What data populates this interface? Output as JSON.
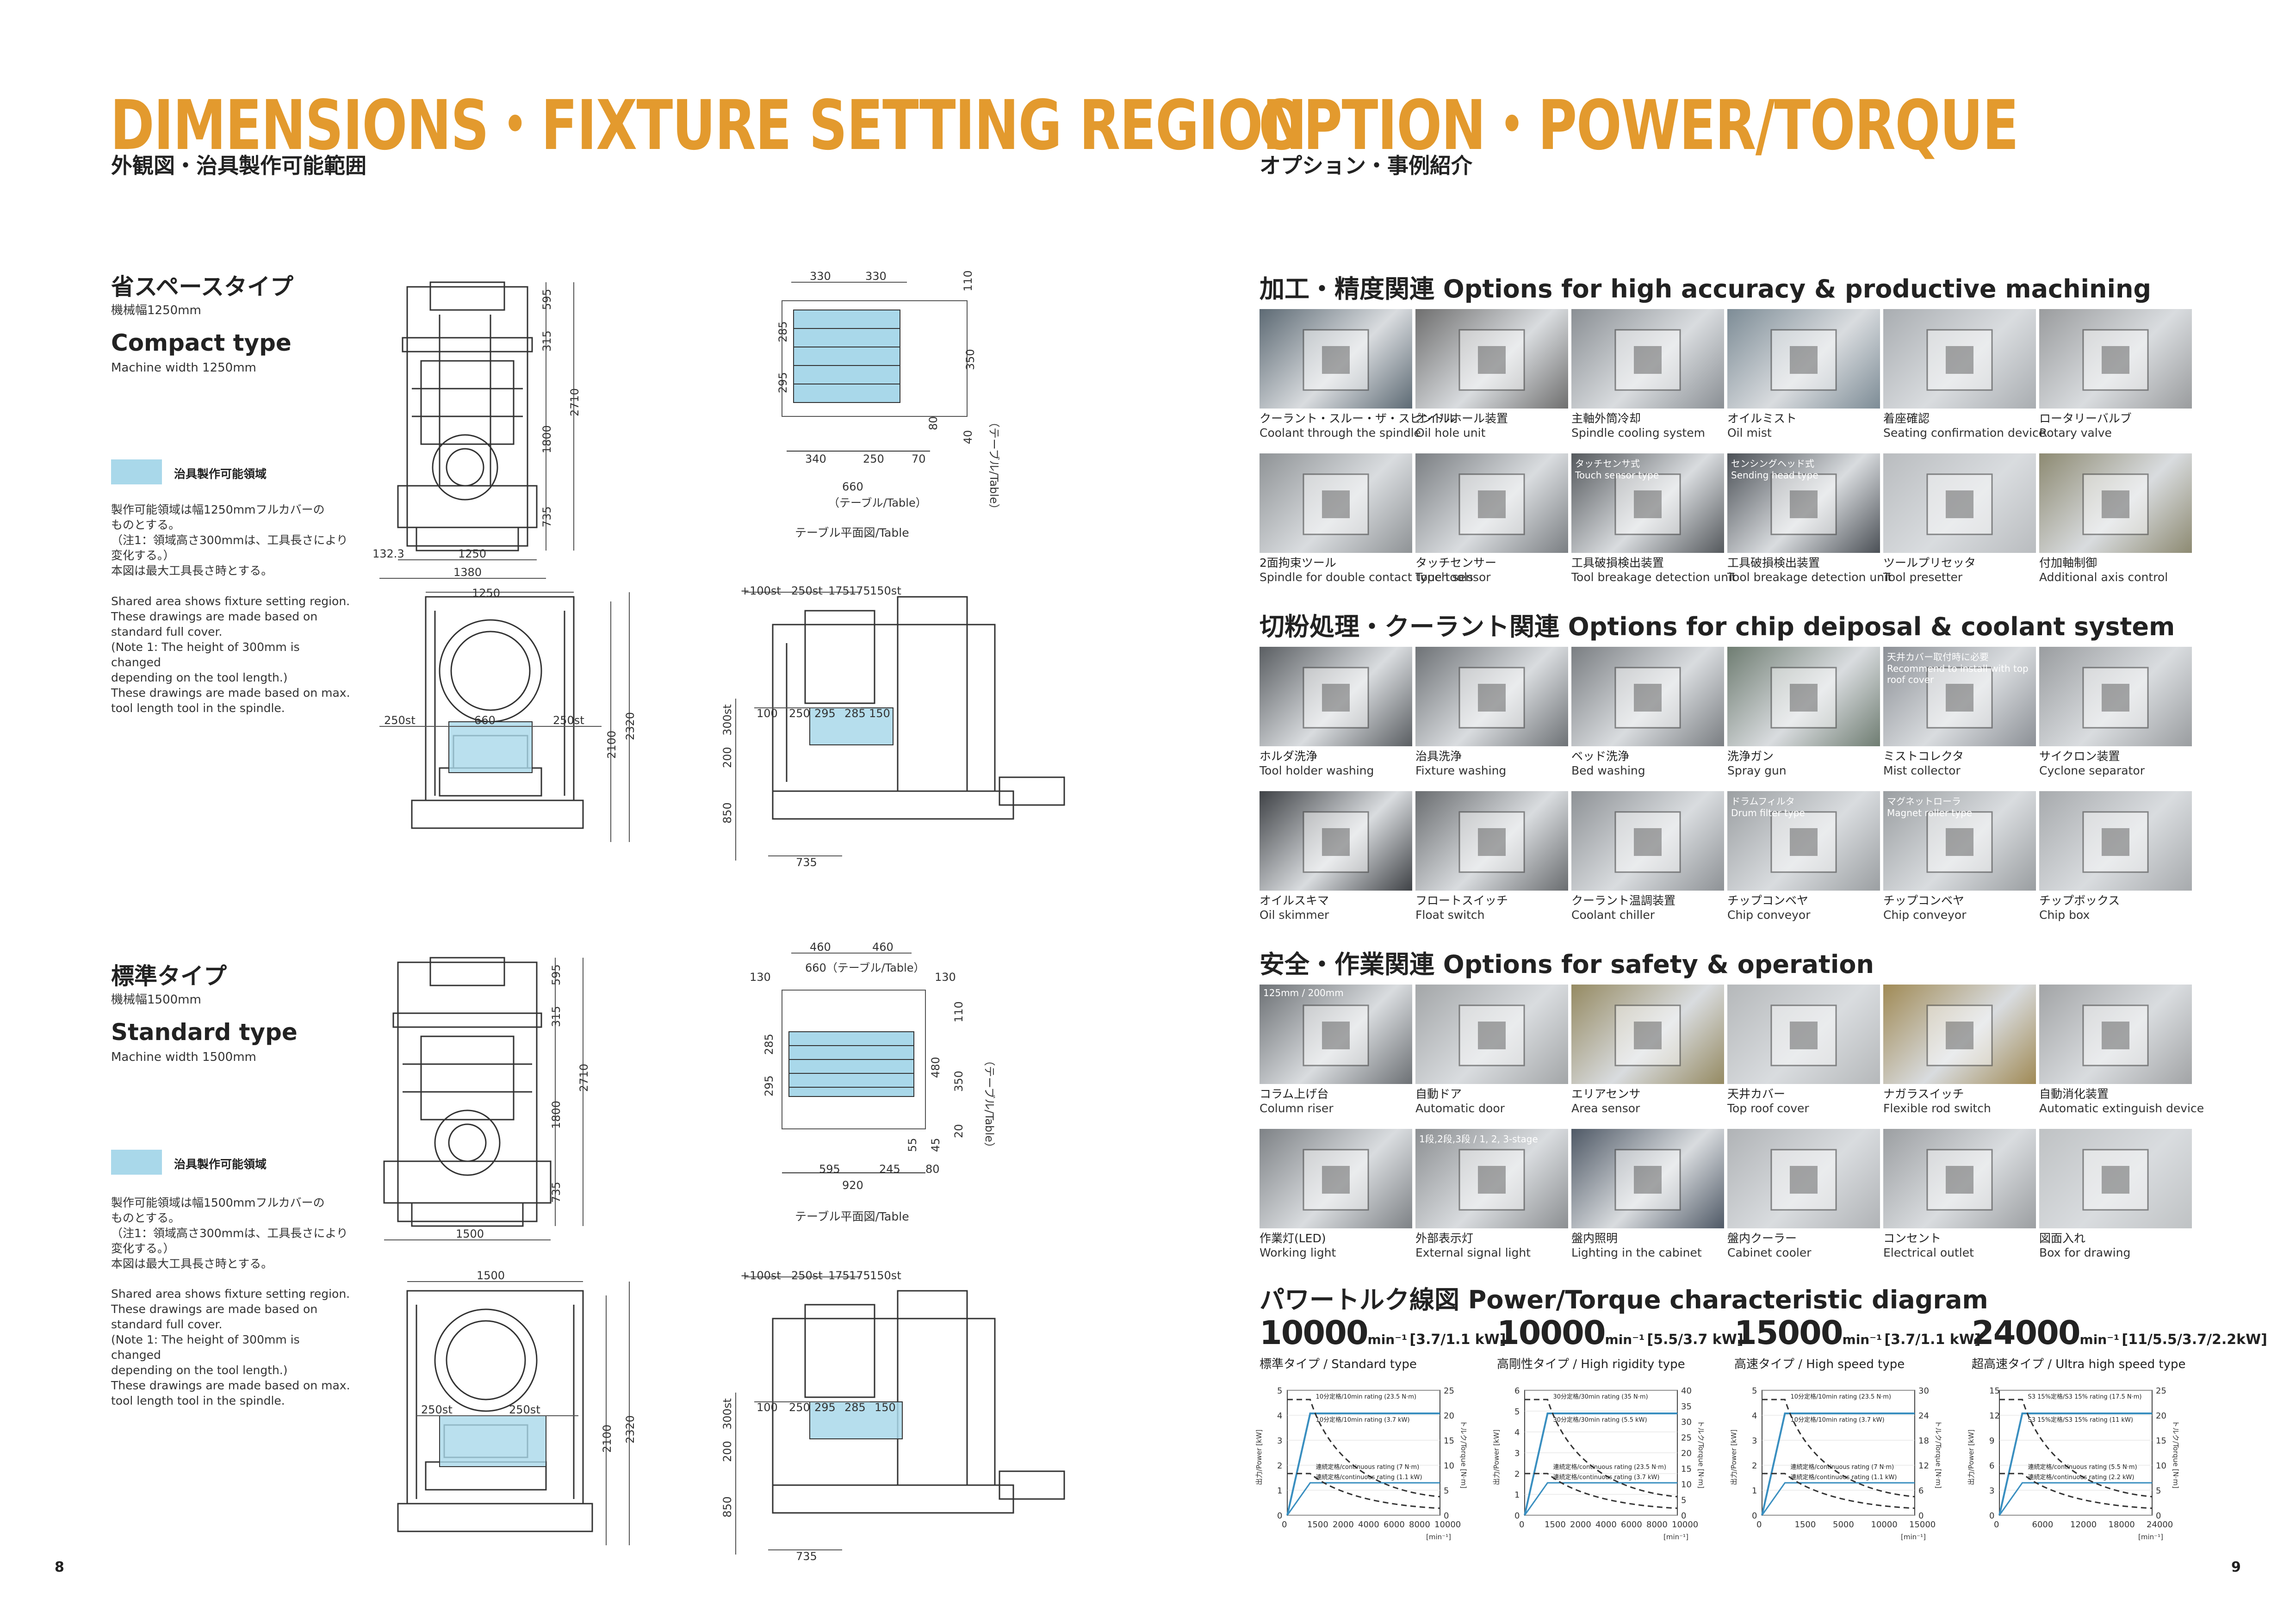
{
  "left": {
    "title": "DIMENSIONS・FIXTURE SETTING REGION",
    "subtitle": "外観図・治具製作可能範囲",
    "compact": {
      "jp": "省スペースタイプ",
      "jp_small": "機械幅1250mm",
      "en": "Compact type",
      "en_small": "Machine width 1250mm",
      "swatch_label": "治具製作可能領域",
      "note_jp": "製作可能領域は幅1250mmフルカバーの\nものとする。\n（注1：領域高さ300mmは、工具長さにより\n変化する。）\n本図は最大工具長さ時とする。",
      "note_en": "Shared area shows fixture setting region.\nThese drawings are made based on\nstandard full cover.\n(Note 1: The height of 300mm is changed\ndepending on the tool length.)\nThese drawings are made based on max.\ntool length tool in the spindle.",
      "table_caption": "テーブル平面図/Table",
      "table_side": "（テーブル/Table）",
      "table_under": "（テーブル/Table）",
      "front_dims": {
        "d1": "595",
        "d2": "315",
        "d3": "1800",
        "d4": "2710",
        "d5": "735",
        "d6": "132.3",
        "d7": "1250",
        "d8": "1380"
      },
      "table_dims": {
        "t1": "330",
        "t2": "330",
        "t3": "110",
        "t4": "285",
        "t5": "295",
        "t6": "350",
        "t7": "80",
        "t8": "40",
        "t9": "340",
        "t10": "250",
        "t11": "70",
        "t12": "660"
      },
      "bottom_dims": {
        "b1": "1250",
        "b2": "250st",
        "b3": "660",
        "b4": "250st",
        "b5": "2100",
        "b6": "2320"
      },
      "side_dims": {
        "s1": "+100st",
        "s2": "250st",
        "s3": "175",
        "s4": "175",
        "s5": "150st",
        "s6": "300st",
        "s7": "200",
        "s8": "100",
        "s9": "250",
        "s10": "295",
        "s11": "285",
        "s12": "150",
        "s13": "850",
        "s14": "735"
      }
    },
    "standard": {
      "jp": "標準タイプ",
      "jp_small": "機械幅1500mm",
      "en": "Standard type",
      "en_small": "Machine width 1500mm",
      "swatch_label": "治具製作可能領域",
      "note_jp": "製作可能領域は幅1500mmフルカバーの\nものとする。\n（注1：領域高さ300mmは、工具長さにより\n変化する。）\n本図は最大工具長さ時とする。",
      "note_en": "Shared area shows fixture setting region.\nThese drawings are made based on\nstandard full cover.\n(Note 1: The height of 300mm is changed\ndepending on the tool length.)\nThese drawings are made based on max.\ntool length tool in the spindle.",
      "table_caption": "テーブル平面図/Table",
      "table_side": "（テーブル/Table）",
      "front_dims": {
        "d1": "595",
        "d2": "315",
        "d3": "1800",
        "d4": "2710",
        "d5": "735",
        "d7": "1500"
      },
      "table_dims": {
        "t1": "460",
        "t2": "460",
        "t3": "130",
        "t3b": "660（テーブル/Table）",
        "t4": "130",
        "t5": "110",
        "t6": "285",
        "t7": "295",
        "t8": "480",
        "t9": "350",
        "t10": "55",
        "t11": "45",
        "t12": "20",
        "t13": "595",
        "t14": "245",
        "t15": "80",
        "t16": "920"
      },
      "bottom_dims": {
        "b1": "1500",
        "b2": "250st",
        "b3": "250st",
        "b5": "2100",
        "b6": "2320"
      },
      "side_dims": {
        "s1": "+100st",
        "s2": "250st",
        "s3": "175",
        "s4": "175",
        "s5": "150st",
        "s6": "300st",
        "s7": "200",
        "s8": "100",
        "s9": "250",
        "s10": "295",
        "s11": "285",
        "s12": "150",
        "s13": "850",
        "s14": "735"
      }
    },
    "page_number": "8"
  },
  "right": {
    "title": "OPTION・POWER/TORQUE",
    "subtitle": "オプション・事例紹介",
    "sections": [
      {
        "heading": "加工・精度関連 Options for high accuracy & productive machining",
        "rows": [
          [
            {
              "jp": "クーラント・スルー・ザ・スピンドル",
              "en": "Coolant through the spindle",
              "tone": "#5d6a74"
            },
            {
              "jp": "オイルホール装置",
              "en": "Oil hole unit",
              "tone": "#6f6f6f"
            },
            {
              "jp": "主軸外筒冷却",
              "en": "Spindle cooling system",
              "tone": "#8a8f94"
            },
            {
              "jp": "オイルミスト",
              "en": "Oil mist",
              "tone": "#7d8c96"
            },
            {
              "jp": "着座確認",
              "en": "Seating confirmation device",
              "tone": "#a9adb1"
            },
            {
              "jp": "ロータリーバルブ",
              "en": "Rotary valve",
              "tone": "#9a9c9e"
            }
          ],
          [
            {
              "jp": "2面拘束ツール",
              "en": "Spindle for double contact type tools",
              "tone": "#8f9396"
            },
            {
              "jp": "タッチセンサー",
              "en": "Touch sensor",
              "tone": "#7b7f83"
            },
            {
              "jp": "工具破損検出装置",
              "en": "Tool breakage detection unit",
              "tone": "#55595d",
              "overlay": "タッチセンサ式\nTouch sensor type"
            },
            {
              "jp": "工具破損検出装置",
              "en": "Tool breakage detection unit",
              "tone": "#4b5056",
              "overlay": "センシングヘッド式\nSending head type"
            },
            {
              "jp": "ツールプリセッタ",
              "en": "Tool presetter",
              "tone": "#b9bcbf"
            },
            {
              "jp": "付加軸制御",
              "en": "Additional axis control",
              "tone": "#8d8a72"
            }
          ]
        ]
      },
      {
        "heading": "切粉処理・クーラント関連 Options for chip deiposal & coolant system",
        "rows": [
          [
            {
              "jp": "ホルダ洗浄",
              "en": "Tool holder washing",
              "tone": "#5a5e62"
            },
            {
              "jp": "治具洗浄",
              "en": "Fixture washing",
              "tone": "#6e7276"
            },
            {
              "jp": "ベッド洗浄",
              "en": "Bed washing",
              "tone": "#7a7e82"
            },
            {
              "jp": "洗浄ガン",
              "en": "Spray gun",
              "tone": "#6f7d72"
            },
            {
              "jp": "ミストコレクタ",
              "en": "Mist collector",
              "tone": "#8c9096",
              "overlay": "天井カバー取付時に必要\nRecommend to install with top roof cover"
            },
            {
              "jp": "サイクロン装置",
              "en": "Cyclone separator",
              "tone": "#9a9da0"
            }
          ],
          [
            {
              "jp": "オイルスキマ",
              "en": "Oil skimmer",
              "tone": "#3f4246"
            },
            {
              "jp": "フロートスイッチ",
              "en": "Float switch",
              "tone": "#6a6d70"
            },
            {
              "jp": "クーラント温調装置",
              "en": "Coolant chiller",
              "tone": "#8e9296"
            },
            {
              "jp": "チップコンベヤ",
              "en": "Chip conveyor",
              "tone": "#9b9fa2",
              "overlay": "ドラムフィルタ\nDrum filter type"
            },
            {
              "jp": "チップコンベヤ",
              "en": "Chip conveyor",
              "tone": "#9a9ea1",
              "overlay": "マグネットローラ\nMagnet roller type"
            },
            {
              "jp": "チップボックス",
              "en": "Chip box",
              "tone": "#a7aaad"
            }
          ]
        ]
      },
      {
        "heading": "安全・作業関連 Options for safety & operation",
        "rows": [
          [
            {
              "jp": "コラム上げ台",
              "en": "Column riser",
              "tone": "#6d7175",
              "overlay": "125mm / 200mm"
            },
            {
              "jp": "自動ドア",
              "en": "Automatic door",
              "tone": "#a3a6a8"
            },
            {
              "jp": "エリアセンサ",
              "en": "Area sensor",
              "tone": "#958a62"
            },
            {
              "jp": "天井カバー",
              "en": "Top roof cover",
              "tone": "#b5b8ba"
            },
            {
              "jp": "ナガラスイッチ",
              "en": "Flexible rod switch",
              "tone": "#a08a55"
            },
            {
              "jp": "自動消化装置",
              "en": "Automatic extinguish device",
              "tone": "#a2a4a6"
            }
          ],
          [
            {
              "jp": "作業灯(LED)",
              "en": "Working light",
              "tone": "#7e8286"
            },
            {
              "jp": "外部表示灯",
              "en": "External signal light",
              "tone": "#8c8f92",
              "overlay": "1段,2段,3段 / 1, 2, 3-stage"
            },
            {
              "jp": "盤内照明",
              "en": "Lighting in the cabinet",
              "tone": "#4f5966"
            },
            {
              "jp": "盤内クーラー",
              "en": "Cabinet cooler",
              "tone": "#b0b3b6"
            },
            {
              "jp": "コンセント",
              "en": "Electrical outlet",
              "tone": "#9c9fa2"
            },
            {
              "jp": "図面入れ",
              "en": "Box for drawing",
              "tone": "#bfc2c4"
            }
          ]
        ]
      }
    ],
    "power_torque": {
      "heading": "パワートルク線図 Power/Torque characteristic diagram",
      "charts": [
        {
          "speed": "10000",
          "unit": "min⁻¹",
          "kw": "[3.7/1.1 kW]",
          "sub": "標準タイプ / Standard type",
          "xticks": [
            "0",
            "1500",
            "2000",
            "4000",
            "6000",
            "8000",
            "10000"
          ],
          "xunit": "[min⁻¹]",
          "yl_ticks": [
            "0",
            "1",
            "2",
            "3",
            "4",
            "5"
          ],
          "yr_ticks": [
            "0",
            "5",
            "10",
            "15",
            "20",
            "25"
          ],
          "ylabel": "出力/Power [kW]",
          "yrlabel": "トルク/Torque [N·m]",
          "labels": [
            "10分定格/10min rating (23.5 N·m)",
            "10分定格/10min rating (3.7 kW)",
            "連続定格/continuous rating (7 N·m)",
            "連続定格/continuous rating (1.1 kW)"
          ]
        },
        {
          "speed": "10000",
          "unit": "min⁻¹",
          "kw": "[5.5/3.7 kW]",
          "sub": "高剛性タイプ / High rigidity type",
          "xticks": [
            "0",
            "1500",
            "2000",
            "4000",
            "6000",
            "8000",
            "10000"
          ],
          "xunit": "[min⁻¹]",
          "yl_ticks": [
            "0",
            "1",
            "2",
            "3",
            "4",
            "5",
            "6"
          ],
          "yr_ticks": [
            "0",
            "5",
            "10",
            "15",
            "20",
            "25",
            "30",
            "35",
            "40"
          ],
          "ylabel": "出力/Power [kW]",
          "yrlabel": "トルク/Torque [N·m]",
          "labels": [
            "30分定格/30min rating (35 N·m)",
            "30分定格/30min rating (5.5 kW)",
            "連続定格/continuous rating (23.5 N·m)",
            "連続定格/continuous rating (3.7 kW)"
          ]
        },
        {
          "speed": "15000",
          "unit": "min⁻¹",
          "kw": "[3.7/1.1 kW]",
          "sub": "高速タイプ / High speed type",
          "xticks": [
            "0",
            "1500",
            "5000",
            "10000",
            "15000"
          ],
          "xunit": "[min⁻¹]",
          "yl_ticks": [
            "0",
            "1",
            "2",
            "3",
            "4",
            "5"
          ],
          "yr_ticks": [
            "0",
            "6",
            "12",
            "18",
            "24",
            "30"
          ],
          "ylabel": "出力/Power [kW]",
          "yrlabel": "トルク/Torque [N·m]",
          "labels": [
            "10分定格/10min rating (23.5 N·m)",
            "10分定格/10min rating (3.7 kW)",
            "連続定格/continuous rating (7 N·m)",
            "連続定格/continuous rating (1.1 kW)"
          ]
        },
        {
          "speed": "24000",
          "unit": "min⁻¹",
          "kw": "[11/5.5/3.7/2.2kW]",
          "sub": "超高速タイプ / Ultra high speed type",
          "xticks": [
            "0",
            "6000",
            "12000",
            "18000",
            "24000"
          ],
          "xunit": "[min⁻¹]",
          "yl_ticks": [
            "0",
            "3",
            "6",
            "9",
            "12",
            "15"
          ],
          "yr_ticks": [
            "0",
            "5",
            "10",
            "15",
            "20",
            "25"
          ],
          "ylabel": "出力/Power [kW]",
          "yrlabel": "トルク/Torque [N·m]",
          "labels": [
            "S3 15%定格/S3 15% rating (17.5 N·m)",
            "S3 15%定格/S3 15% rating (11 kW)",
            "連続定格/continuous rating (5.5 N·m)",
            "連続定格/continuous rating (2.2 kW)"
          ]
        }
      ]
    },
    "page_number": "9"
  },
  "colors": {
    "title": "#e39a2e",
    "swatch": "#a9d8ea",
    "chart_blue": "#3a8fc0"
  }
}
